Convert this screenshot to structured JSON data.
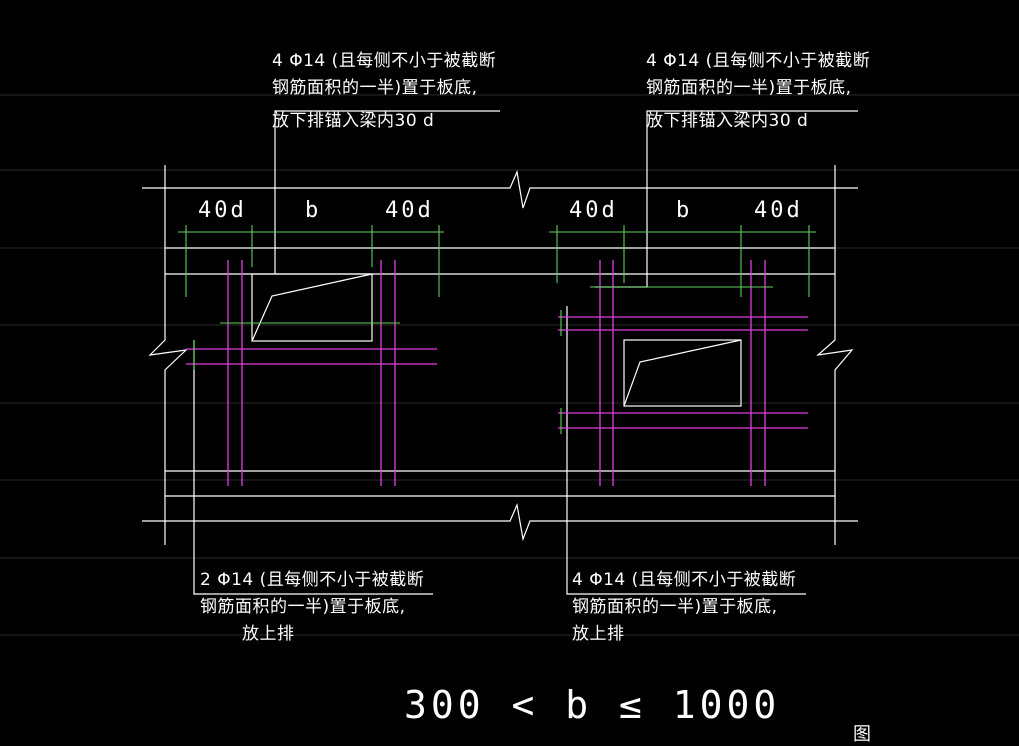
{
  "notes": {
    "top_left": {
      "line1": "4 Φ14 (且每侧不小于被截断",
      "line2": "钢筋面积的一半)置于板底,",
      "line3": "放下排锚入梁内30 d"
    },
    "top_right": {
      "line1": "4 Φ14 (且每侧不小于被截断",
      "line2": "钢筋面积的一半)置于板底,",
      "line3": "放下排锚入梁内30 d"
    },
    "bottom_left": {
      "line1": "2 Φ14 (且每侧不小于被截断",
      "line2": "钢筋面积的一半)置于板底,",
      "line3": "放上排"
    },
    "bottom_right": {
      "line1": "4 Φ14 (且每侧不小于被截断",
      "line2": "钢筋面积的一半)置于板底,",
      "line3": "放上排"
    }
  },
  "dimensions": {
    "left": [
      "40d",
      "b",
      "40d"
    ],
    "right": [
      "40d",
      "b",
      "40d"
    ]
  },
  "caption": "300 < b ≤ 1000",
  "corner_mark": "图",
  "colors": {
    "background": "#000000",
    "lines": "#ffffff",
    "rebar": "#e040e0",
    "dimension": "#60d060",
    "grid": "#2a2a2a"
  }
}
